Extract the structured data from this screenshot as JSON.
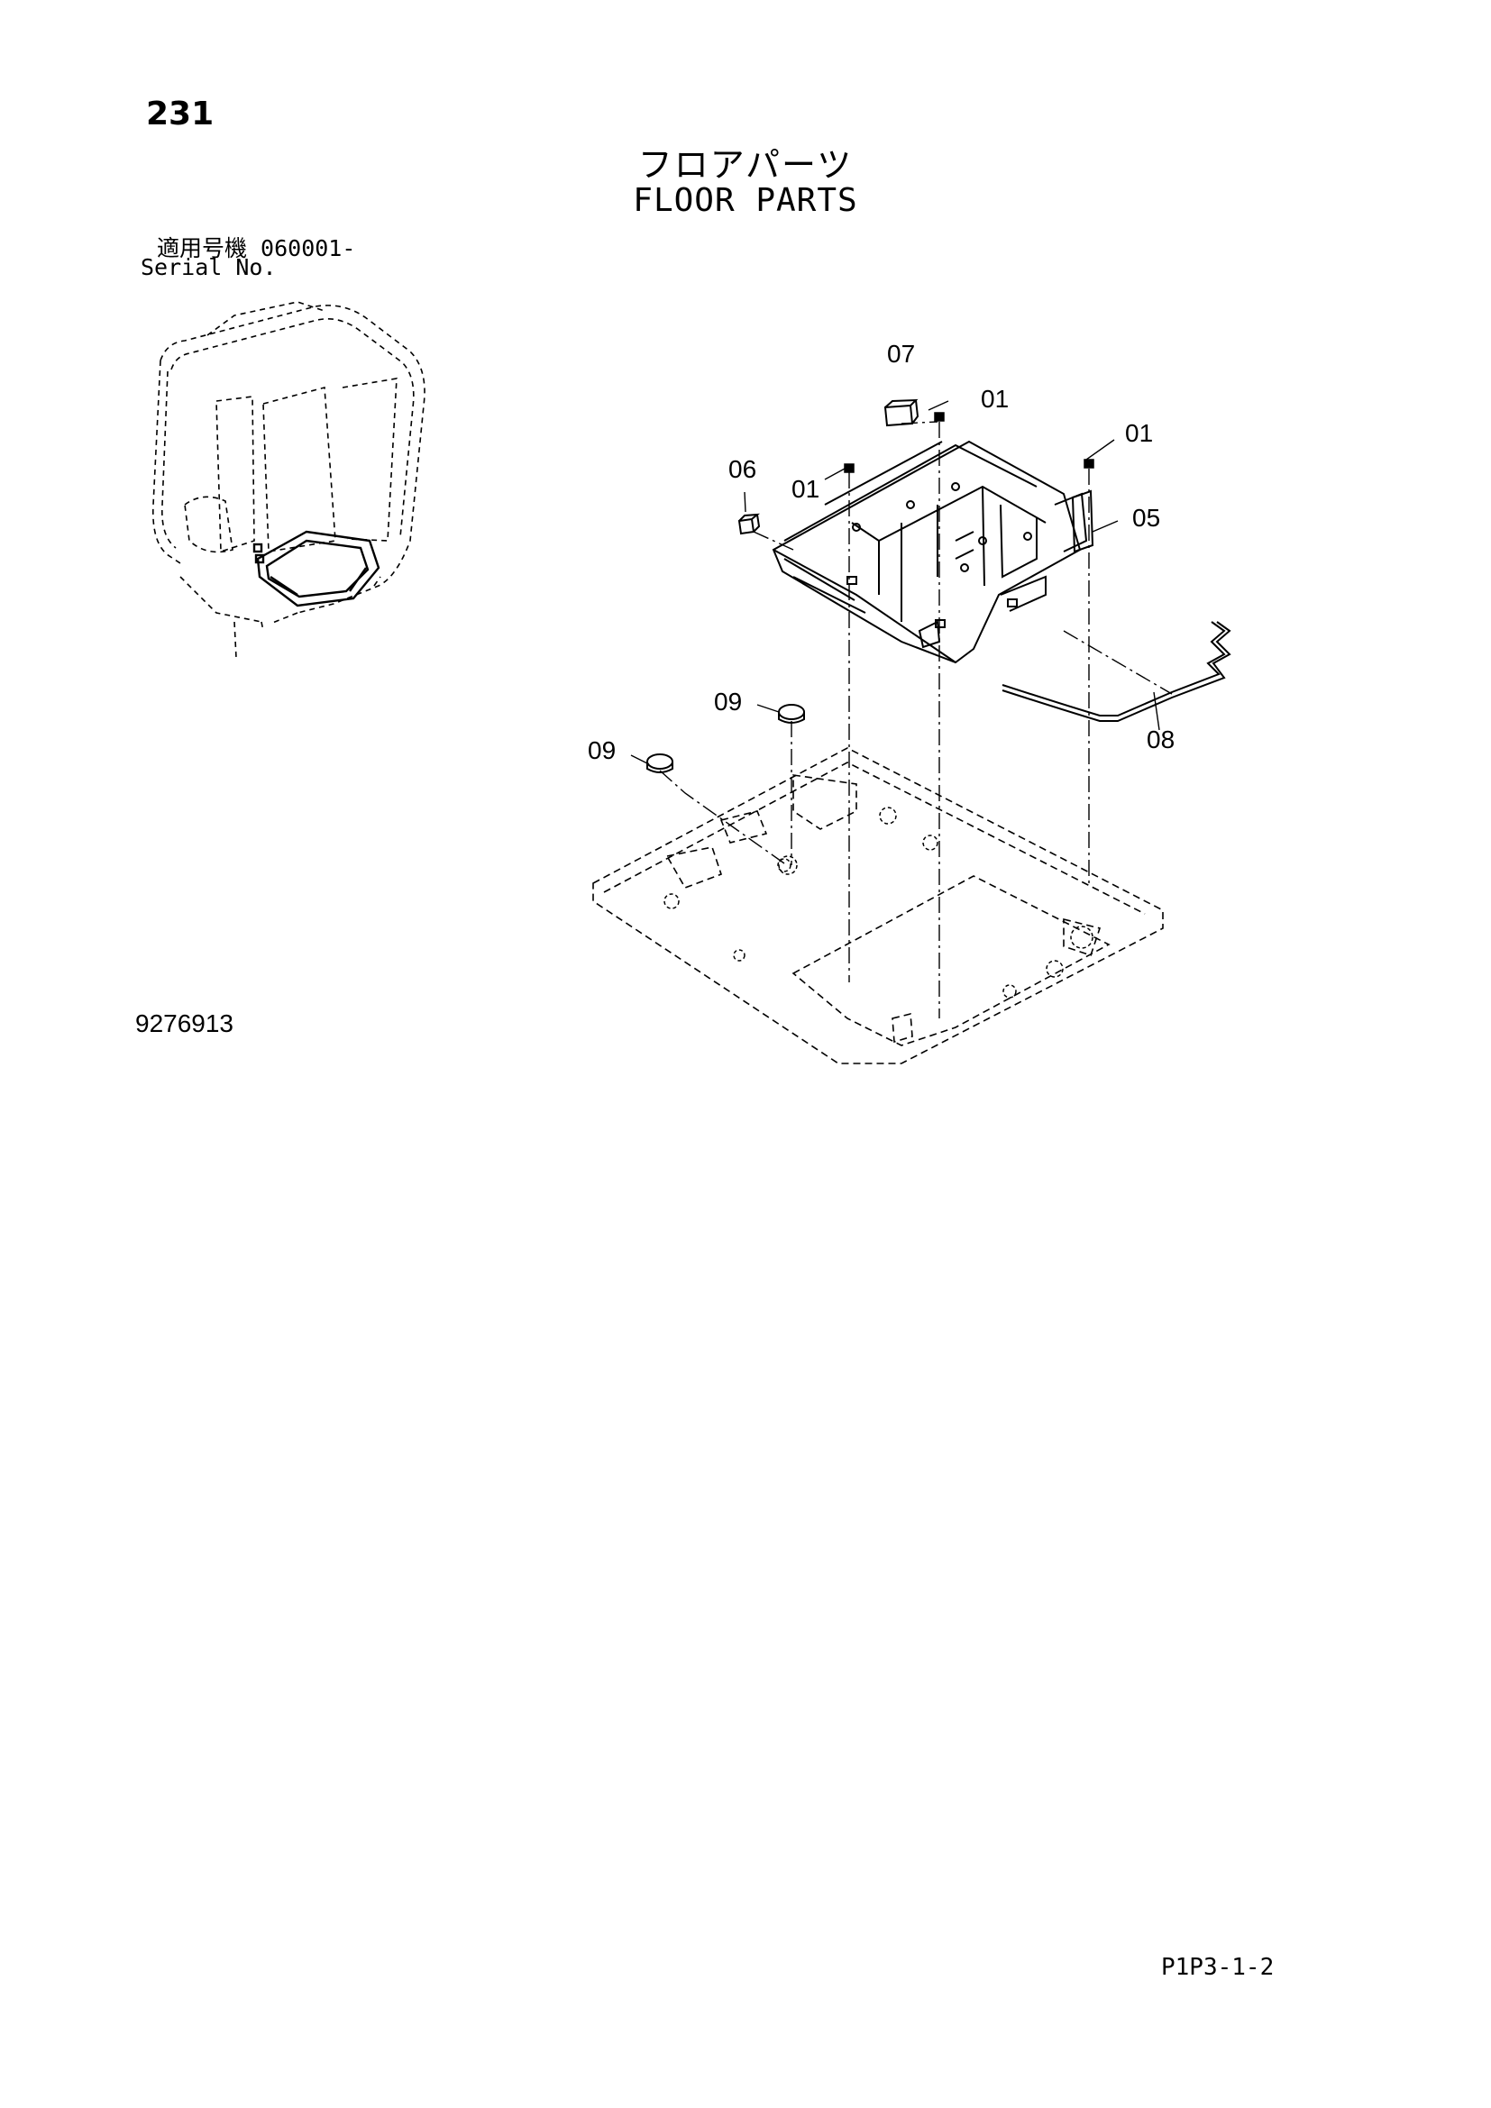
{
  "header": {
    "page_number": "231",
    "title_ja": "フロアパーツ",
    "title_en": "FLOOR PARTS",
    "serial_ja": "適用号機  060001-",
    "serial_en": "Serial No."
  },
  "callouts": {
    "c07": "07",
    "c01a": "01",
    "c01b": "01",
    "c06": "06",
    "c01c": "01",
    "c05": "05",
    "c09a": "09",
    "c09b": "09",
    "c08": "08"
  },
  "footer": {
    "drawing_number": "9276913",
    "page_code": "P1P3-1-2"
  }
}
